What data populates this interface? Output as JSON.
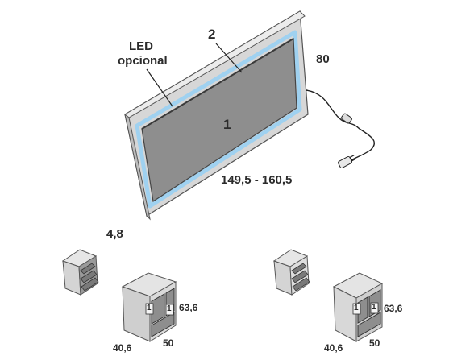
{
  "headboard": {
    "led_label_line1": "LED",
    "led_label_line2": "opcional",
    "part_main": "1",
    "part_led": "2",
    "height": "80",
    "width": "149,5 - 160,5",
    "depth": "4,8"
  },
  "nightstand_left": {
    "drawer_mark_a": "1",
    "drawer_mark_b": "1",
    "height": "63,6",
    "depth": "40,6",
    "width": "50"
  },
  "nightstand_right": {
    "drawer_mark_a": "1",
    "drawer_mark_b": "1",
    "height": "63,6",
    "depth": "40,6",
    "width": "50"
  },
  "colors": {
    "panel": "#8e8e8e",
    "frame": "#d5d5d5",
    "led": "#9fd1f0",
    "outline": "#555555"
  }
}
